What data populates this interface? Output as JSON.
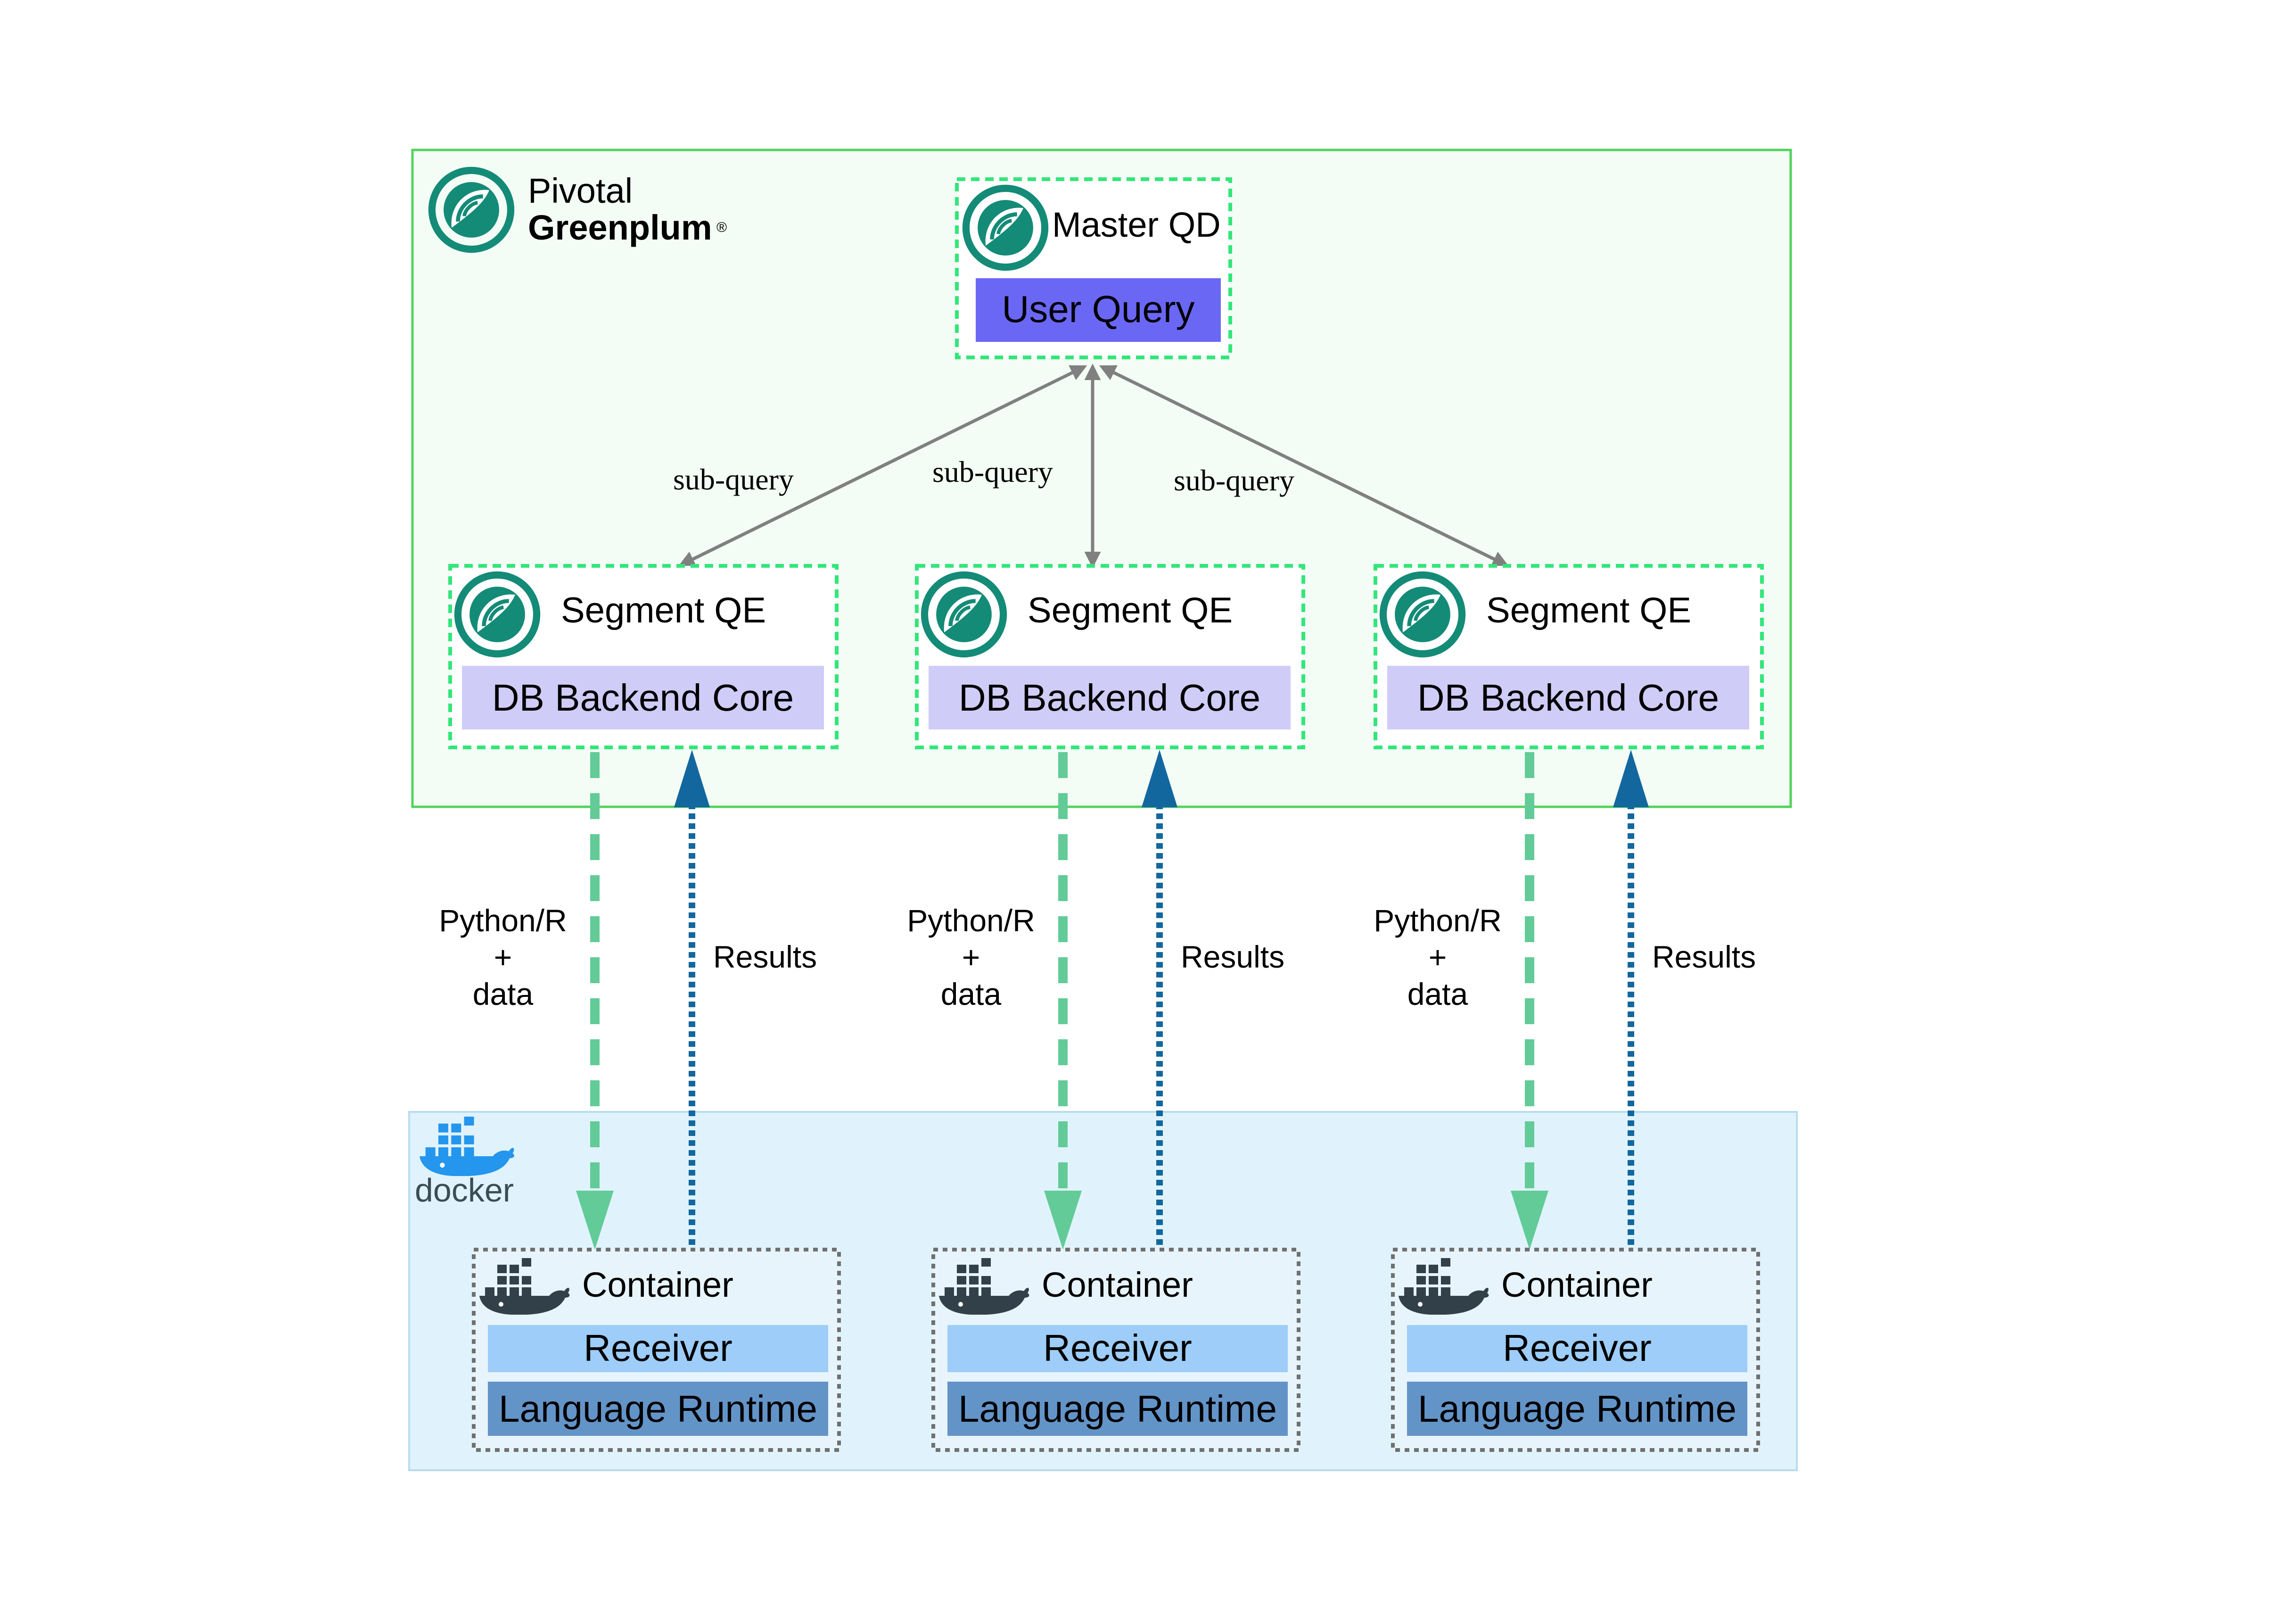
{
  "greenplum": {
    "brand_line1": "Pivotal",
    "brand_line2": "Greenplum",
    "brand_mark": "®",
    "logo_icon": "greenplum-logo-icon",
    "frame_color": "#4fd25a",
    "frame_fill": "#f3fcf5",
    "accent": "#138b77"
  },
  "master": {
    "title": "Master QD",
    "query_label": "User Query",
    "query_color": "#6a67f5"
  },
  "subquery_label": "sub-query",
  "segments": [
    {
      "title": "Segment QE",
      "core_label": "DB Backend Core",
      "send_label": [
        "Python/R",
        "+",
        "data"
      ],
      "return_label": "Results"
    },
    {
      "title": "Segment QE",
      "core_label": "DB Backend Core",
      "send_label": [
        "Python/R",
        "+",
        "data"
      ],
      "return_label": "Results"
    },
    {
      "title": "Segment QE",
      "core_label": "DB Backend Core",
      "send_label": [
        "Python/R",
        "+",
        "data"
      ],
      "return_label": "Results"
    }
  ],
  "docker": {
    "brand": "docker",
    "logo_icon": "docker-whale-icon",
    "frame_fill": "#e0f3fc",
    "frame_stroke": "#b8dcee"
  },
  "containers": [
    {
      "title": "Container",
      "receiver_label": "Receiver",
      "runtime_label": "Language Runtime",
      "icon": "container-whale-icon"
    },
    {
      "title": "Container",
      "receiver_label": "Receiver",
      "runtime_label": "Language Runtime",
      "icon": "container-whale-icon"
    },
    {
      "title": "Container",
      "receiver_label": "Receiver",
      "runtime_label": "Language Runtime",
      "icon": "container-whale-icon"
    }
  ],
  "colors": {
    "core_fill": "#cfccf7",
    "receiver_fill": "#9dcdf8",
    "runtime_fill": "#6394c8",
    "send_arrow": "#62cb97",
    "return_arrow": "#12679f",
    "subquery_arrow": "#808080"
  }
}
